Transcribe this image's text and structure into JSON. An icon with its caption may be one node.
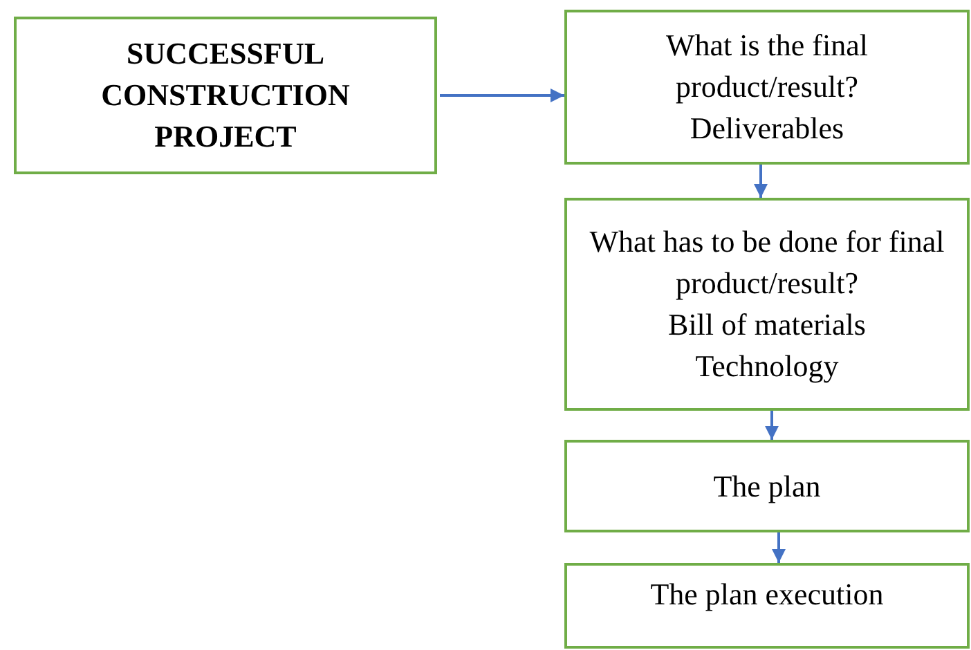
{
  "diagram": {
    "nodes": [
      {
        "text": [
          "SUCCESSFUL CONSTRUCTION PROJECT"
        ]
      },
      {
        "text": [
          "What is the final product/result?",
          "Deliverables"
        ]
      },
      {
        "text": [
          "What has to be done for final product/result?",
          "Bill of materials",
          "Technology"
        ]
      },
      {
        "text": [
          "The plan"
        ]
      },
      {
        "text": [
          "The plan execution"
        ]
      }
    ],
    "edges": [
      {
        "from": 0,
        "to": 1,
        "arrow": "to"
      },
      {
        "from": 1,
        "to": 2,
        "arrow": "to"
      },
      {
        "from": 2,
        "to": 3,
        "arrow": "to"
      },
      {
        "from": 3,
        "to": 4,
        "arrow": "to"
      }
    ]
  }
}
